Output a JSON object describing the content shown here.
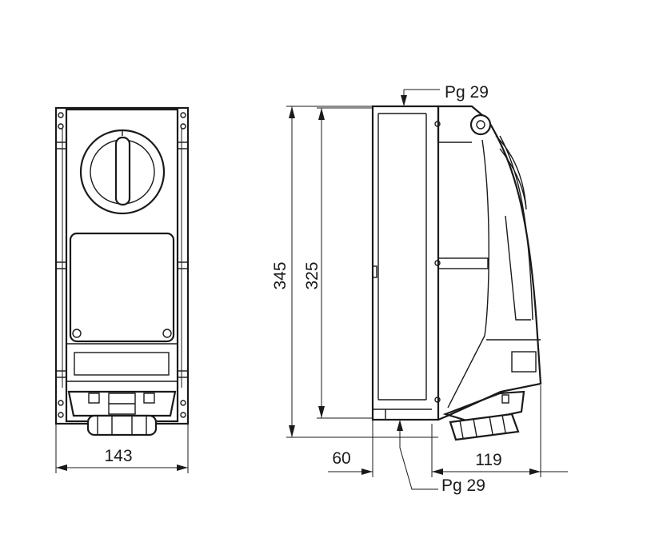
{
  "dimensions": {
    "front_width": "143",
    "total_height": "345",
    "inner_height": "325",
    "wall_offset": "60",
    "side_depth": "119"
  },
  "callouts": {
    "top_cable_entry": "Pg 29",
    "bottom_cable_entry": "Pg 29"
  }
}
